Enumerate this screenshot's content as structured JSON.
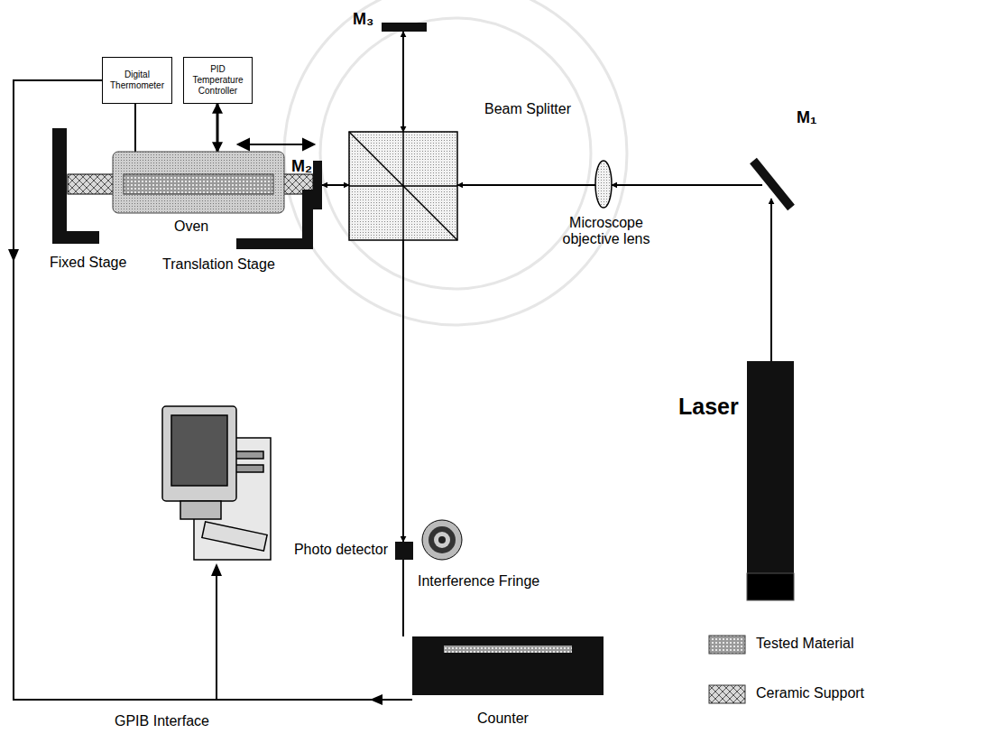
{
  "diagram": {
    "nodes": [
      {
        "text": [
          "Digital Thermometer"
        ]
      },
      {
        "text": [
          "PID Temperature Controller"
        ]
      },
      {
        "text": [
          "M₃"
        ]
      },
      {
        "text": [
          "Oven"
        ]
      },
      {
        "text": [
          "M₂"
        ]
      },
      {
        "text": [
          "Beam Splitter"
        ]
      },
      {
        "text": [
          "Microscope objective lens"
        ]
      },
      {
        "text": [
          "M₁"
        ]
      },
      {
        "text": [
          "Fixed Stage"
        ]
      },
      {
        "text": [
          "Translation Stage"
        ]
      },
      {
        "text": [
          "Photo detector"
        ]
      },
      {
        "text": [
          "Interference Fringe"
        ]
      },
      {
        "text": [
          "Laser"
        ]
      },
      {
        "text": [
          "Counter"
        ]
      }
    ],
    "edges": [
      {
        "from": 0,
        "to": 3,
        "arrow": "none"
      },
      {
        "from": 1,
        "to": 3,
        "arrow": "both"
      },
      {
        "from": 2,
        "to": 5,
        "arrow": "both"
      },
      {
        "from": 4,
        "to": 5,
        "arrow": "both"
      },
      {
        "from": 6,
        "to": 5,
        "arrow": "to"
      },
      {
        "from": 7,
        "to": 6,
        "arrow": "to"
      },
      {
        "from": 12,
        "to": 7,
        "arrow": "to"
      },
      {
        "from": 5,
        "to": 10,
        "arrow": "to"
      },
      {
        "from": 10,
        "to": 13,
        "arrow": "none"
      }
    ],
    "labels": [
      "GPIB Interface"
    ],
    "legend": [
      {
        "text": "Tested Material"
      },
      {
        "text": "Ceramic Support"
      }
    ]
  }
}
